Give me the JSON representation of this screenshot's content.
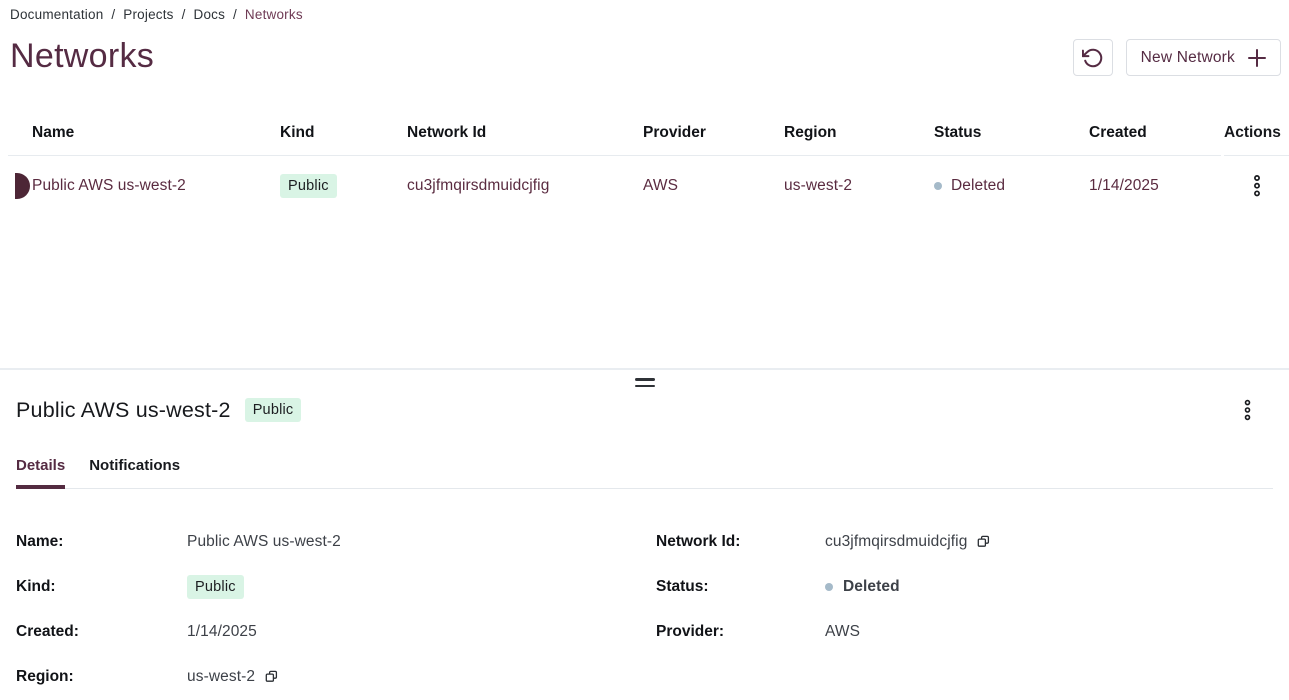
{
  "breadcrumb": {
    "items": [
      "Documentation",
      "Projects",
      "Docs"
    ],
    "separator": "/",
    "current": "Networks"
  },
  "header": {
    "title": "Networks",
    "refresh_icon": "rotate-ccw-icon",
    "new_network_label": "New Network",
    "plus_icon": "plus-icon"
  },
  "table": {
    "columns": [
      "Name",
      "Kind",
      "Network Id",
      "Provider",
      "Region",
      "Status",
      "Created",
      "Actions"
    ],
    "rows": [
      {
        "name": "Public AWS us-west-2",
        "kind": "Public",
        "network_id": "cu3jfmqirsdmuidcjfig",
        "provider": "AWS",
        "region": "us-west-2",
        "status": "Deleted",
        "created": "1/14/2025"
      }
    ]
  },
  "drawer": {
    "title": "Public AWS us-west-2",
    "badge": "Public",
    "tabs": [
      {
        "label": "Details",
        "active": true
      },
      {
        "label": "Notifications",
        "active": false
      }
    ],
    "details": {
      "name_label": "Name:",
      "name_value": "Public AWS us-west-2",
      "kind_label": "Kind:",
      "kind_value": "Public",
      "created_label": "Created:",
      "created_value": "1/14/2025",
      "region_label": "Region:",
      "region_value": "us-west-2",
      "network_id_label": "Network Id:",
      "network_id_value": "cu3jfmqirsdmuidcjfig",
      "status_label": "Status:",
      "status_value": "Deleted",
      "provider_label": "Provider:",
      "provider_value": "AWS"
    }
  },
  "colors": {
    "accent_maroon": "#552b43",
    "breadcrumb_current": "#6f3b55",
    "badge_bg": "#d9f4e5",
    "badge_text": "#1c1e21",
    "status_gray_blue": "#a5bac9",
    "border_light": "#e7ebef",
    "text_dark": "#17191d",
    "value_gray": "#3d4148"
  }
}
